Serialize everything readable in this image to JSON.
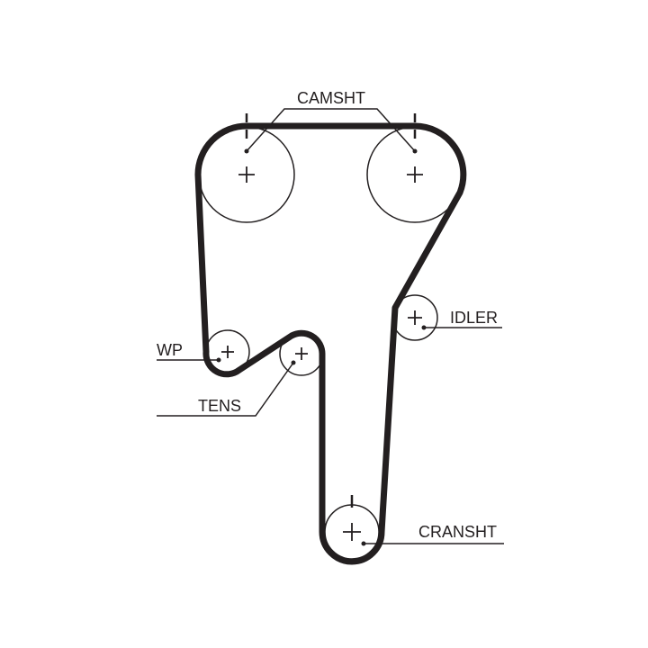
{
  "diagram": {
    "colors": {
      "belt": "#231f20",
      "line": "#231f20",
      "background": "#ffffff"
    },
    "labels": {
      "camshaft": "CAMSHT",
      "idler": "IDLER",
      "water_pump": "WP",
      "tensioner": "TENS",
      "crankshaft": "CRANSHT"
    }
  }
}
